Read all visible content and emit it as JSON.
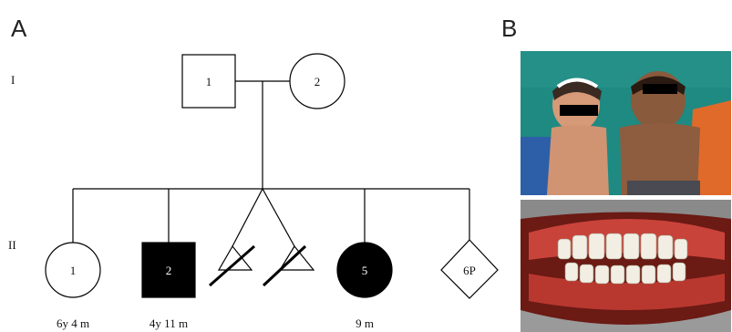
{
  "panels": {
    "a": "A",
    "b": "B"
  },
  "generations": {
    "one": "I",
    "two": "II"
  },
  "gen1": {
    "father": "1",
    "mother": "2"
  },
  "gen2": {
    "ind1": {
      "label": "1",
      "age": "6y 4 m"
    },
    "ind2": {
      "label": "2",
      "age": "4y 11 m"
    },
    "ind5": {
      "label": "5",
      "age": "9 m"
    },
    "ind6": {
      "label": "6P"
    }
  },
  "colors": {
    "affected": "#000000",
    "unaffected": "#ffffff",
    "photo_bg": "#1e8a82",
    "mouth_bg": "#6b1a14"
  }
}
